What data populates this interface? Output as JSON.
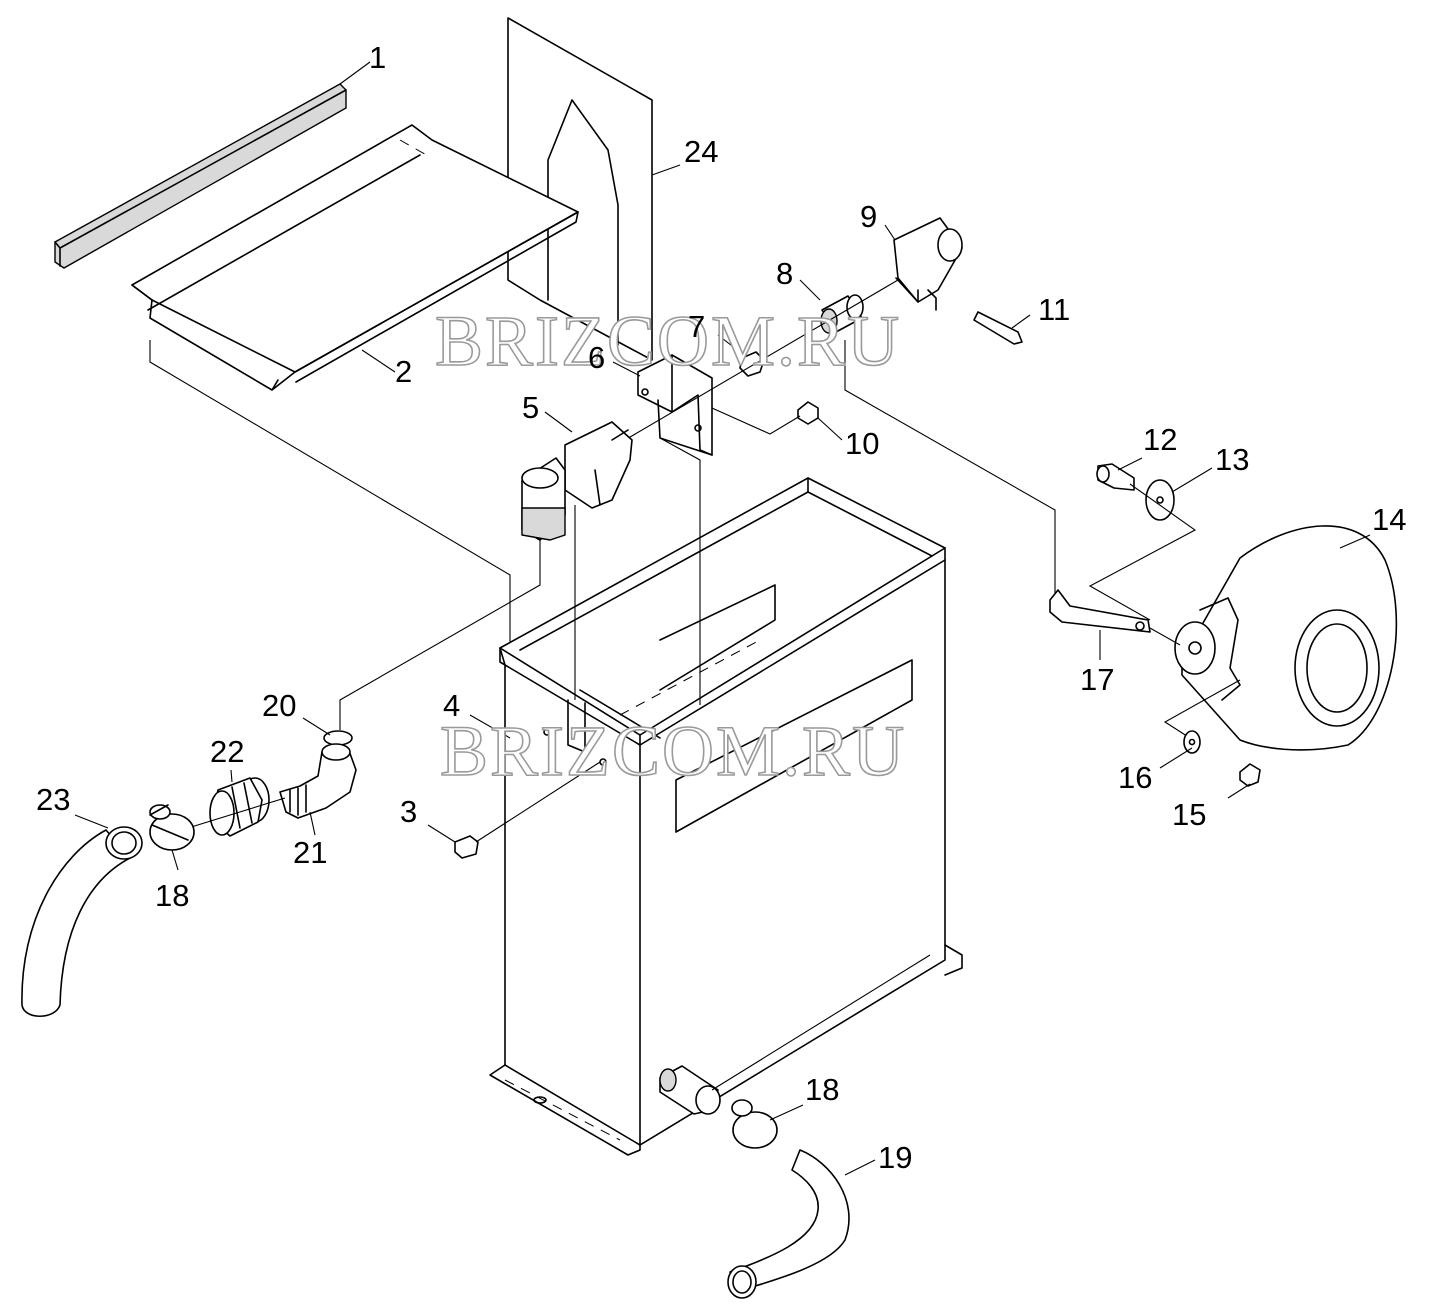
{
  "watermark": "BRIZCOM.RU",
  "callouts": {
    "c1": "1",
    "c2": "2",
    "c3": "3",
    "c4": "4",
    "c5": "5",
    "c6": "6",
    "c7": "7",
    "c8": "8",
    "c9": "9",
    "c10": "10",
    "c11": "11",
    "c12": "12",
    "c13": "13",
    "c14": "14",
    "c15": "15",
    "c16": "16",
    "c17": "17",
    "c18a": "18",
    "c18b": "18",
    "c19": "19",
    "c20": "20",
    "c21": "21",
    "c22": "22",
    "c23": "23",
    "c24": "24"
  }
}
